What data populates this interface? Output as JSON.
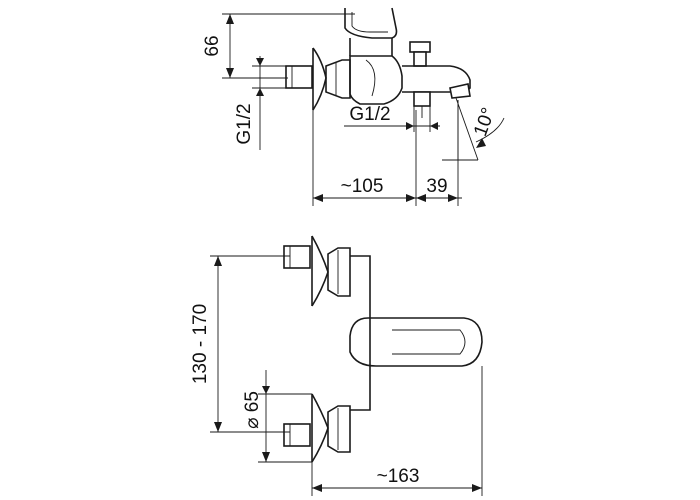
{
  "dimensions": {
    "top": {
      "height": "66",
      "inlet_thread": "G1/2",
      "outlet_thread": "G1/2",
      "depth": "~105",
      "spout_offset": "39",
      "spout_angle": "10°"
    },
    "bottom": {
      "centres": "130 - 170",
      "rosette": "⌀ 65",
      "width": "~163"
    }
  }
}
